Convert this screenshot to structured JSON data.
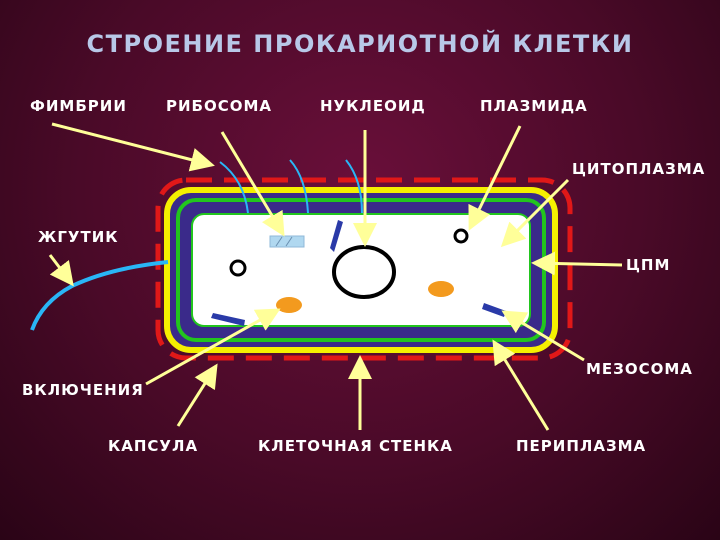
{
  "title": "СТРОЕНИЕ ПРОКАРИОТНОЙ КЛЕТКИ",
  "labels": {
    "fimbrii": "ФИМБРИИ",
    "ribosoma": "РИБОСОМА",
    "nukleoid": "НУКЛЕОИД",
    "plazmida": "ПЛАЗМИДА",
    "citoplazma": "ЦИТОПЛАЗМА",
    "zhgutik": "ЖГУТИК",
    "cpm": "ЦПМ",
    "mezosoma": "МЕЗОСОМА",
    "vklyucheniya": "ВКЛЮЧЕНИЯ",
    "kapsula": "КАПСУЛА",
    "kletochnaya_stenka": "КЛЕТОЧНАЯ СТЕНКА",
    "periplazma": "ПЕРИПЛАЗМА"
  },
  "colors": {
    "capsule_dash": "#e01818",
    "cell_wall": "#f5f000",
    "periplasm_band": "#3a2a8a",
    "membrane": "#22c51e",
    "cytoplasm": "#ffffff",
    "arrow": "#ffff99",
    "flagellum": "#29b6f6",
    "inclusion": "#f39a1e",
    "mesosome": "#2a3aa8"
  }
}
